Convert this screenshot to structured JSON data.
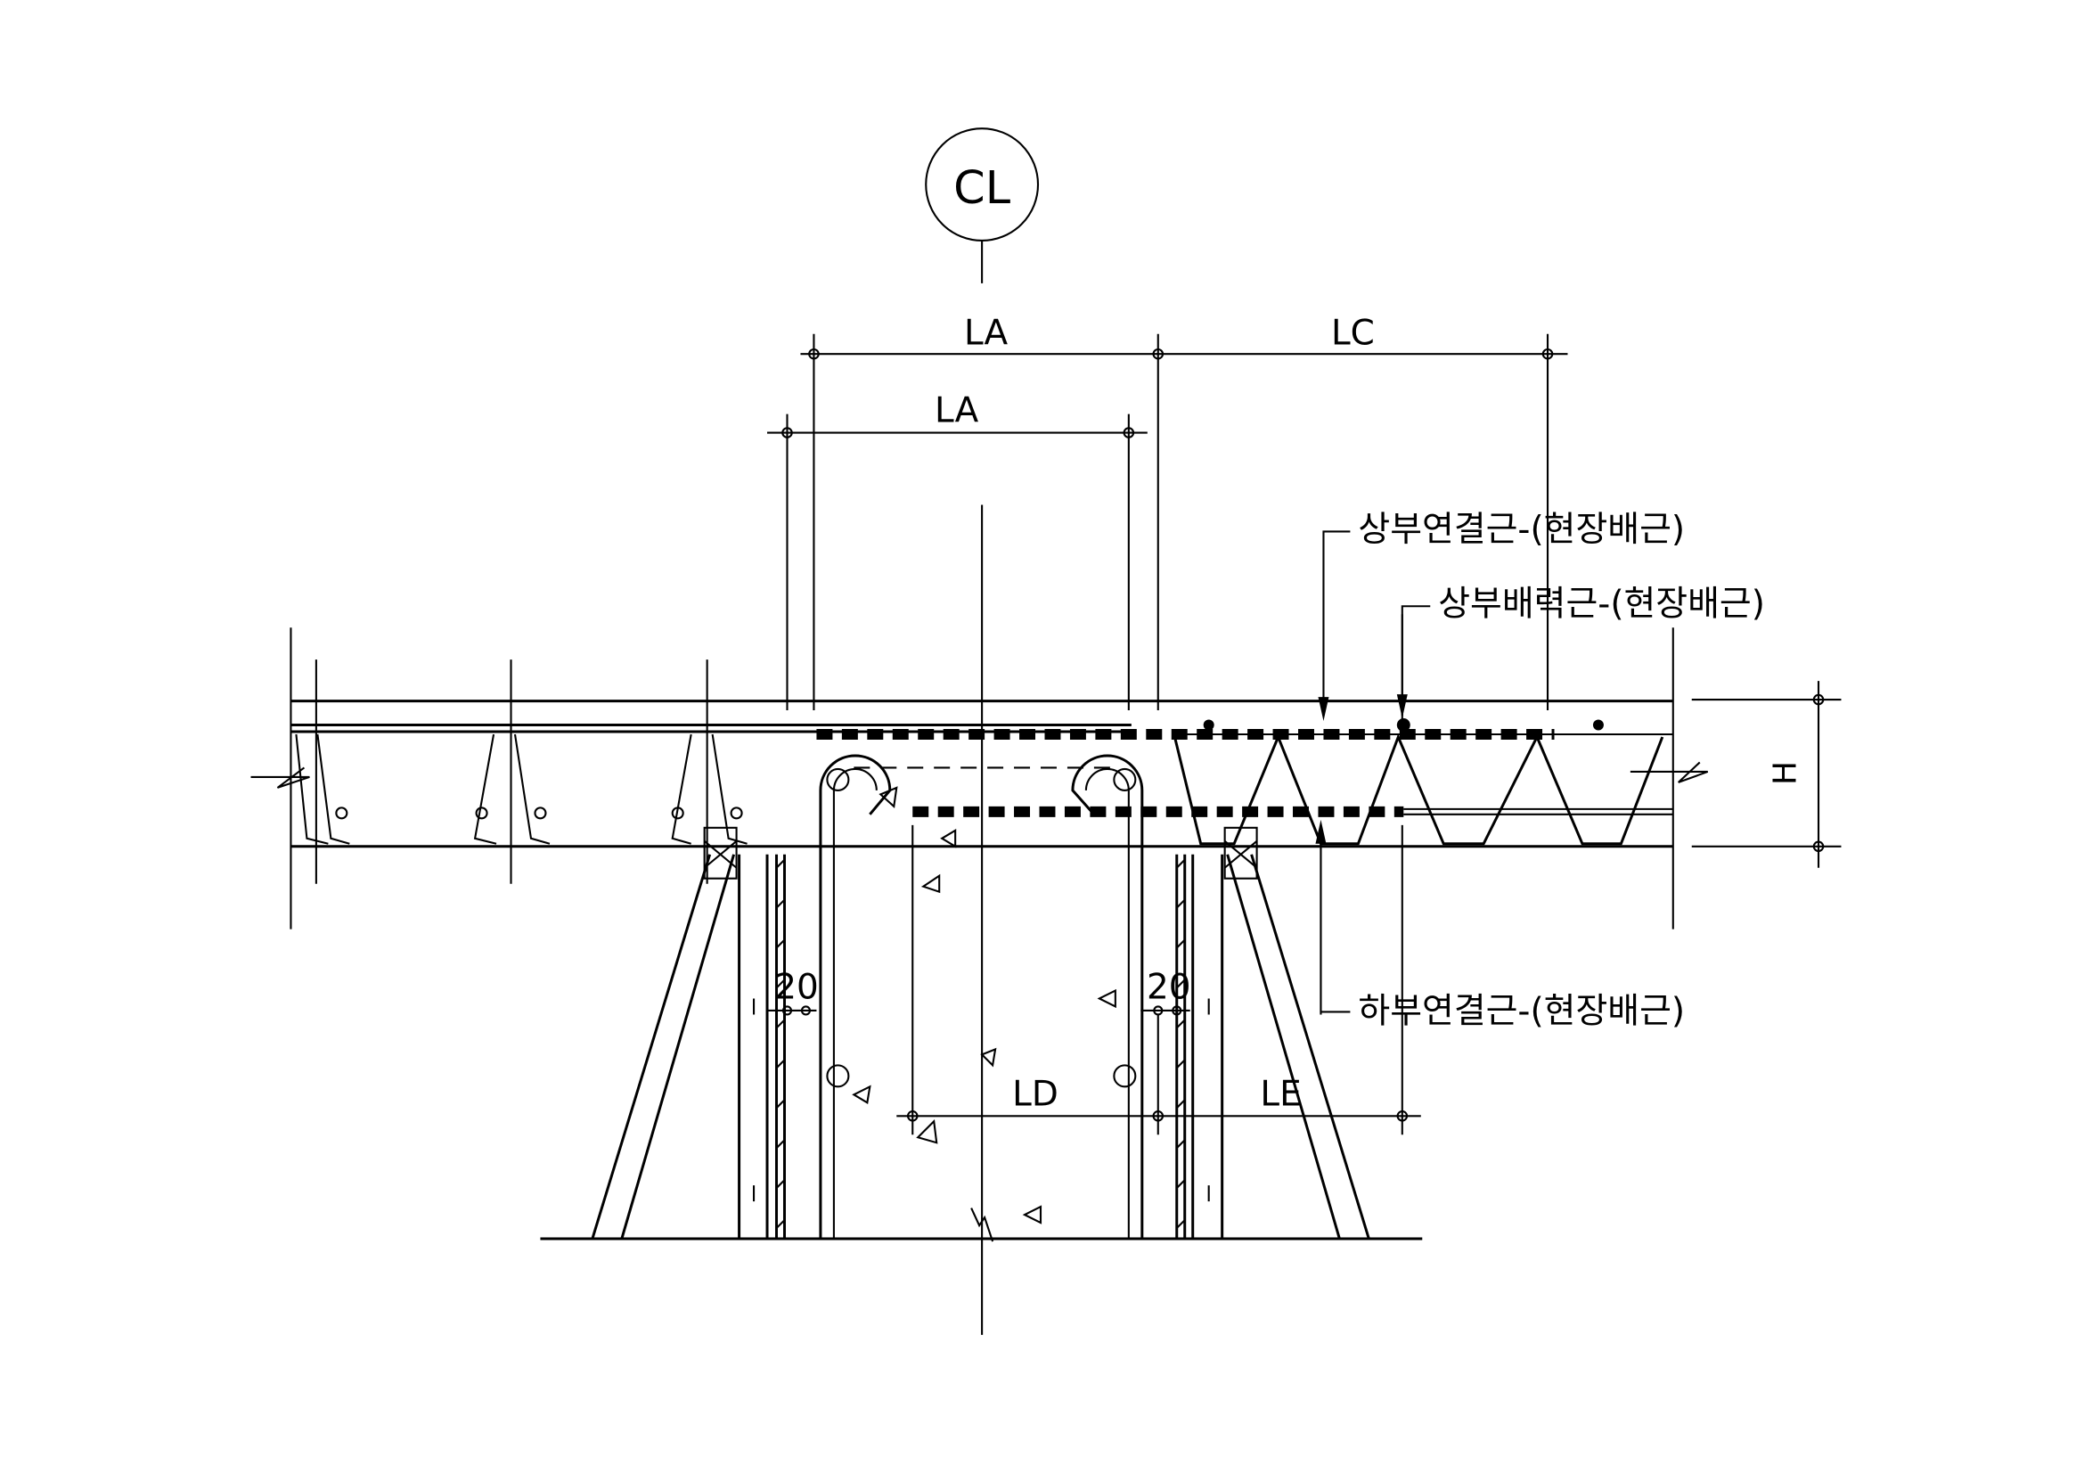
{
  "centerline_symbol": "CL",
  "dimensions": {
    "top_la": "LA",
    "top_lc": "LC",
    "second_la": "LA",
    "ld": "LD",
    "le": "LE",
    "height": "H",
    "left_20": "20",
    "right_20": "20"
  },
  "callouts": {
    "top_connection_bar": "상부연결근-(현장배근)",
    "top_distribution_bar": "상부배력근-(현장배근)",
    "bottom_connection_bar": "하부연결근-(현장배근)"
  }
}
